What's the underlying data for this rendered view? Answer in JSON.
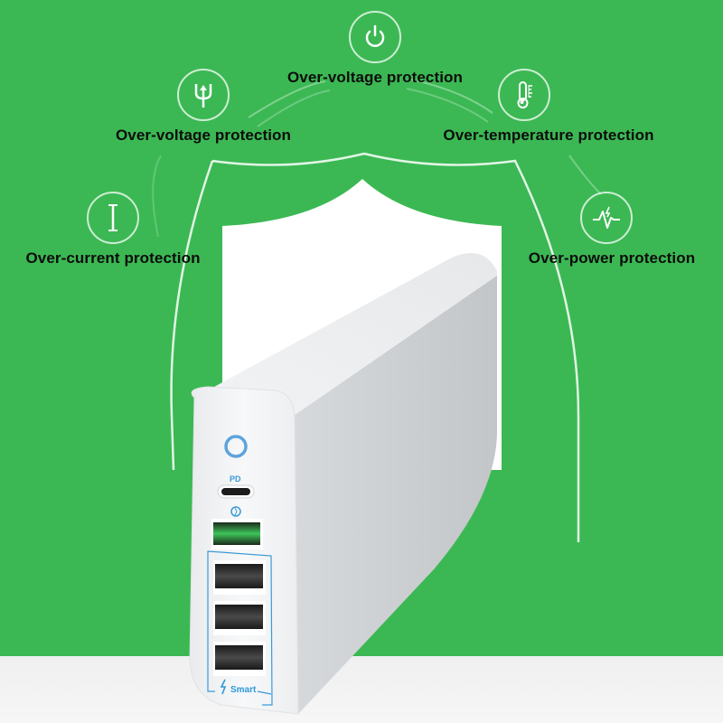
{
  "features": [
    {
      "id": "top",
      "label": "Over-voltage protection",
      "icon": "power-icon"
    },
    {
      "id": "upper-left",
      "label": "Over-voltage protection",
      "icon": "plug-arrow-icon"
    },
    {
      "id": "upper-right",
      "label": "Over-temperature protection",
      "icon": "thermometer-icon"
    },
    {
      "id": "left",
      "label": "Over-current protection",
      "icon": "current-i-icon"
    },
    {
      "id": "right",
      "label": "Over-power protection",
      "icon": "power-surge-icon"
    }
  ],
  "charger": {
    "pd_label": "PD",
    "smart_label": "Smart",
    "ports": [
      "USB-C PD",
      "USB-A Quick Charge",
      "USB-A Smart",
      "USB-A Smart",
      "USB-A Smart"
    ]
  },
  "colors": {
    "background_green": "#3bb853",
    "accent_blue": "#3a9ad9",
    "qc_port_green": "#3ec45a",
    "floor": "#f3f3f3"
  }
}
